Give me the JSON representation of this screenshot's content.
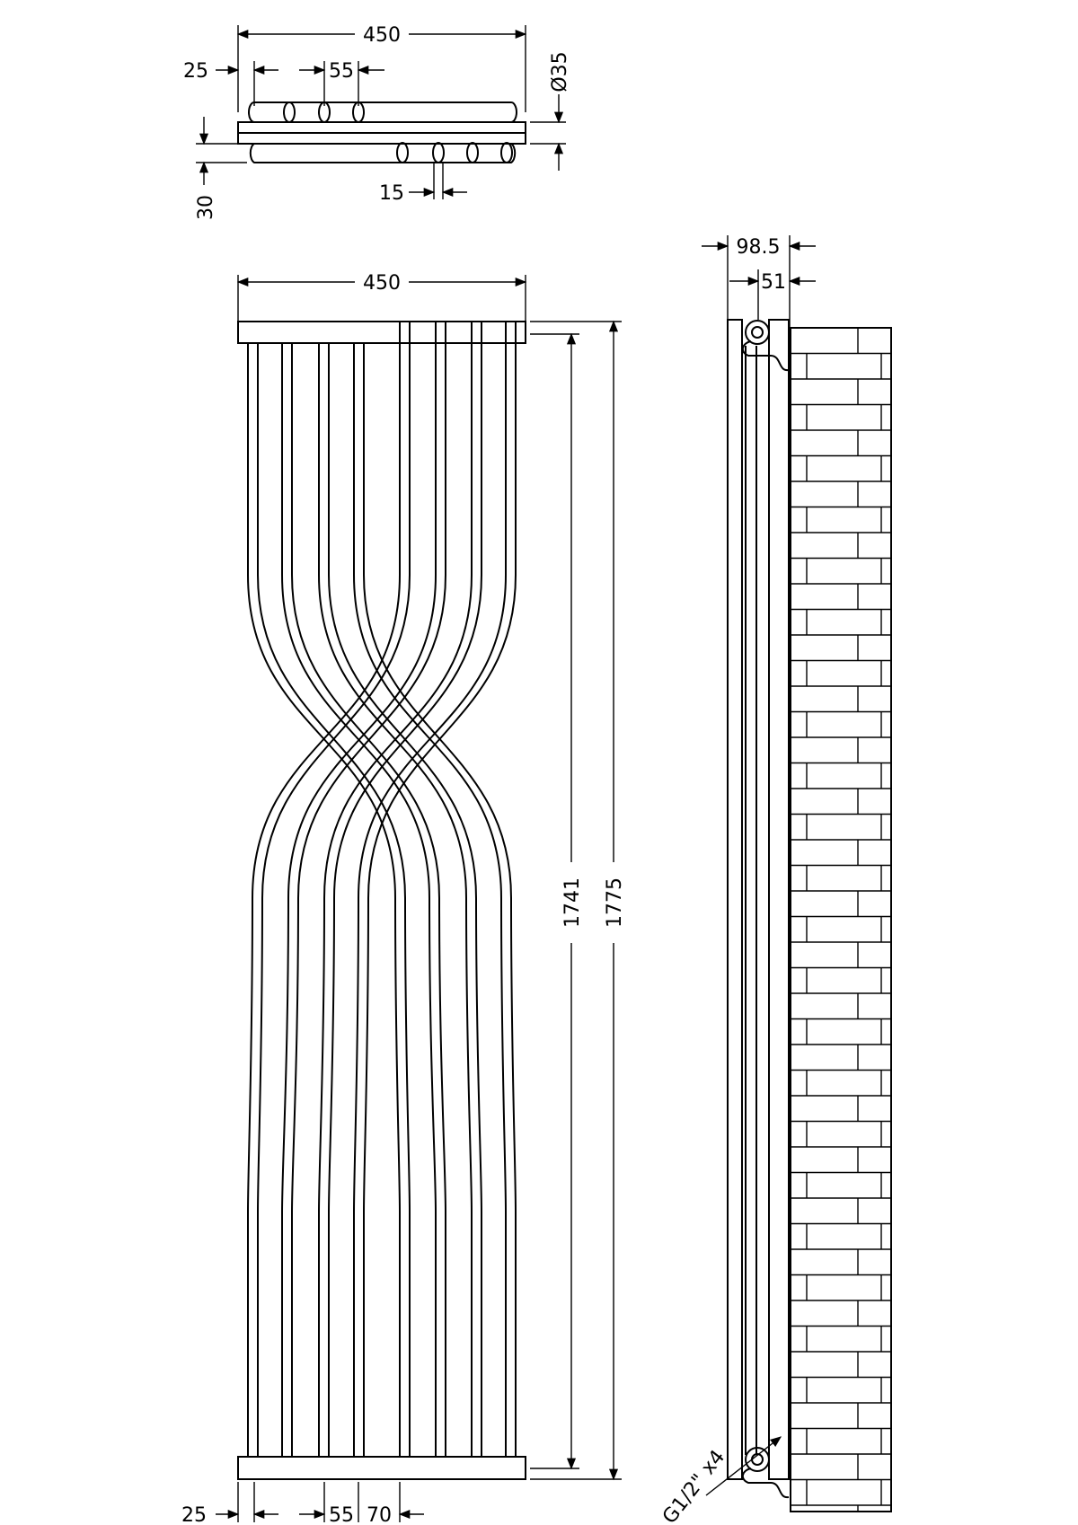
{
  "top_view": {
    "width_label": "450",
    "left_offset_label": "25",
    "spacing_label": "55",
    "diameter_label": "Ø35",
    "depth_label": "30",
    "gap_label": "15"
  },
  "front_view": {
    "width_label": "450",
    "height_inner_label": "1741",
    "height_outer_label": "1775",
    "bottom_left_label": "25",
    "bottom_spacing_label": "55",
    "bottom_right_label": "70"
  },
  "side_view": {
    "depth_total_label": "98.5",
    "depth_pipe_label": "51",
    "valve_label": "G1/2\" x4"
  }
}
